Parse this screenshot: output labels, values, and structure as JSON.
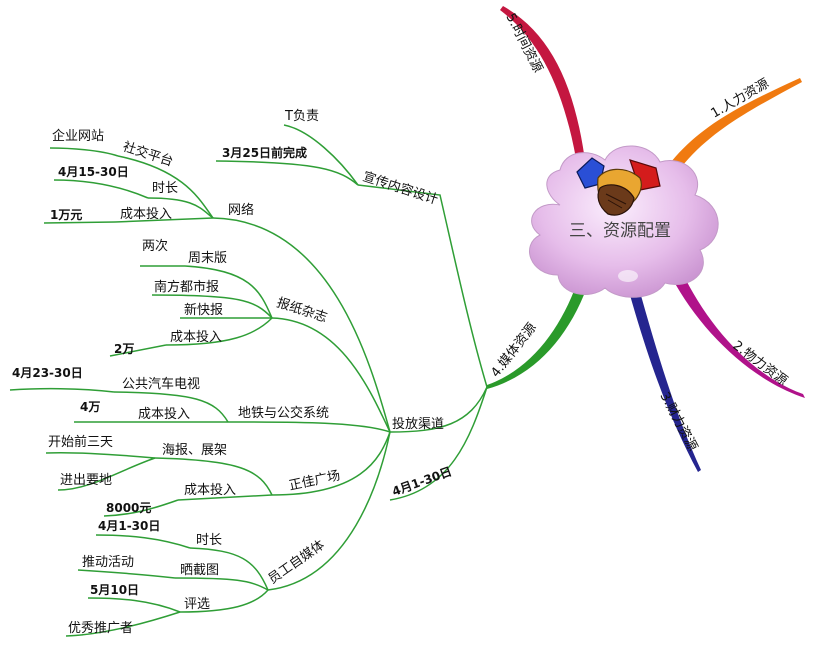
{
  "center": {
    "label": "三、资源配置"
  },
  "branches": {
    "human": "1.人力资源",
    "material": "2.物力资源",
    "financial": "3.财力资源",
    "media": "4.媒体资源",
    "time": "5.时间资源"
  },
  "media": {
    "publicity": {
      "label": "宣传内容设计",
      "owner": "T负责",
      "deadline": "3月25日前完成"
    },
    "channels": {
      "label": "投放渠道",
      "period": "4月1-30日",
      "network": {
        "label": "网络",
        "platform": "社交平台",
        "platform_sub": "企业网站",
        "duration": "时长",
        "duration_sub": "4月15-30日",
        "cost": "成本投入",
        "cost_sub": "1万元"
      },
      "newspaper": {
        "label": "报纸杂志",
        "weekend": "周末版",
        "weekend_sub": "两次",
        "paper1": "南方都市报",
        "paper2": "新快报",
        "cost": "成本投入",
        "cost_sub": "2万"
      },
      "metro": {
        "label": "地铁与公交系统",
        "bus_tv": "公共汽车电视",
        "bus_tv_sub": "4月23-30日",
        "cost": "成本投入",
        "cost_sub": "4万"
      },
      "plaza": {
        "label": "正佳广场",
        "posters": "海报、展架",
        "posters_sub1": "开始前三天",
        "posters_sub2": "进出要地",
        "cost": "成本投入",
        "cost_sub": "8000元"
      },
      "staff": {
        "label": "员工自媒体",
        "duration": "时长",
        "duration_sub": "4月1-30日",
        "screenshot": "晒截图",
        "screenshot_sub": "推动活动",
        "selection": "评选",
        "selection_sub1": "5月10日",
        "selection_sub2": "优秀推广者"
      }
    }
  },
  "colors": {
    "human": "#f07a10",
    "material": "#b0128a",
    "financial": "#25258f",
    "media": "#2a9a2a",
    "time": "#c41740",
    "tree": "#2f9e36",
    "cloud": "#e3b8e8"
  },
  "icons": {
    "center": "handshake-icon"
  }
}
